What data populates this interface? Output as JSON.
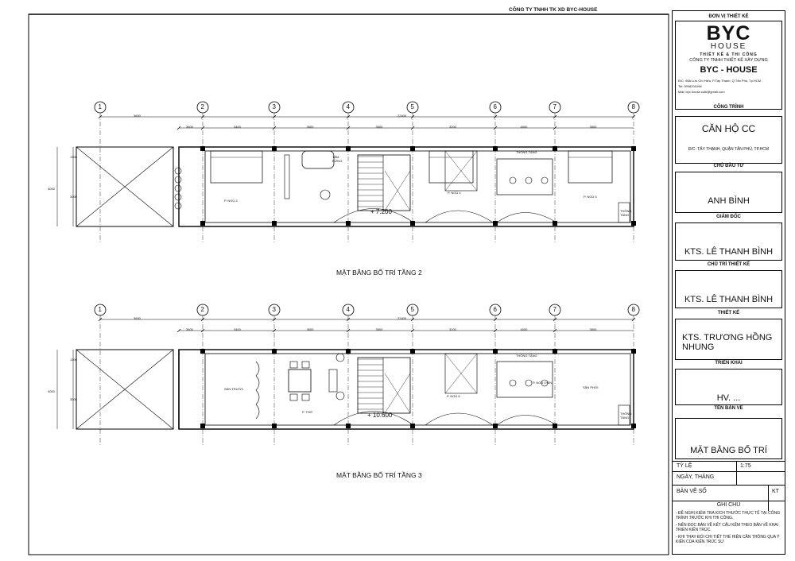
{
  "header": {
    "company": "CÔNG TY TNHH TK XD BYC-HOUSE"
  },
  "plans": [
    {
      "caption": "MẶT BẰNG BỐ TRÍ TẦNG 2",
      "level": "+ 7.200",
      "rooms": {
        "bed3": "P. NGỦ 3",
        "bed4": "P. NGỦ 4",
        "bed5": "P. NGỦ 5",
        "bath": "TẮM ĐỨNG",
        "shaft": "THÔNG TẦNG",
        "shaft2": "THÔNG TẦNG"
      }
    },
    {
      "caption": "MẶT BẰNG BỐ TRÍ TẦNG 3",
      "level": "+ 10.600",
      "rooms": {
        "front": "SÂN TRƯỚC",
        "worship": "P. THỜ",
        "bed6": "P. NGỦ 6",
        "maid": "P. NGỦ OSIN",
        "dry": "SÂN PHƠI",
        "shaft": "THÔNG TẦNG",
        "shaft2": "THÔNG TẦNG"
      }
    }
  ],
  "grid": {
    "axes": [
      "1",
      "2",
      "3",
      "4",
      "5",
      "6",
      "7",
      "8"
    ],
    "spans": [
      "3600",
      "3400",
      "3600",
      "3600",
      "3200",
      "4000",
      "3800"
    ],
    "top_spans": [
      "3600"
    ],
    "total": "22400",
    "side_dims": [
      "4000",
      "1300",
      "3000",
      "3000",
      "1000"
    ]
  },
  "title_block": {
    "unit_label": "ĐƠN VỊ THIẾT KẾ",
    "logo_main": "BYC",
    "logo_sub": "HOUSE",
    "logo_tag": "THIẾT KẾ & THI CÔNG",
    "company": "CÔNG TY TNHH THIẾT KẾ XÂY DỰNG",
    "brand": "BYC - HOUSE",
    "address": "Đ/C: 98A Lưu Chí Hiếu, P.Tây Thạnh, Q.Tân Phú, Tp.HCM",
    "phone": "Tel: 0908201098",
    "mail": "Mail: byc.house.cotk@gmail.com",
    "project_label": "CÔNG TRÌNH",
    "project": "CĂN HỘ CC",
    "project_address": "Đ/C: TÂY THẠNH, QUẬN TÂN PHÚ, TP.HCM",
    "investor_label": "CHỦ ĐẦU TƯ",
    "investor": "ANH BÌNH",
    "director_label": "GIÁM ĐỐC",
    "director": "KTS. LÊ THANH BÌNH",
    "chief_label": "CHỦ TRÌ THIẾT KẾ",
    "chief": "KTS. LÊ THANH BÌNH",
    "designer_label": "THIẾT KẾ",
    "designer": "KTS. TRƯƠNG HỒNG NHUNG",
    "deploy_label": "TRIỂN KHAI",
    "deploy": "HV. ...",
    "sheet_title_label": "TÊN BẢN VẼ",
    "sheet_title": "MẶT BẰNG BỐ TRÍ",
    "scale_label": "TỶ LỆ",
    "scale": "1:75",
    "date_label": "NGÀY, THÁNG",
    "date": "",
    "sheet_no_label": "BẢN VẼ SỐ",
    "sheet_no": "KT",
    "notes_label": "GHI CHÚ",
    "notes": [
      "- ĐỀ NGHỊ KIỂM TRA KÍCH THƯỚC THỰC TẾ TẠI CÔNG TRÌNH TRƯỚC KHI THI CÔNG.",
      "- NẾN ĐỌC BẢN VẼ KẾT CẤU KẾM THEO BẢN VẼ KHAI TRIỂN KIẾN TRÚC.",
      "- KHI THAY ĐỔI CHI TIẾT THỂ HIỆN CẦN THÔNG QUA Ý KIẾN CỦA KIẾN TRÚC SƯ"
    ]
  }
}
